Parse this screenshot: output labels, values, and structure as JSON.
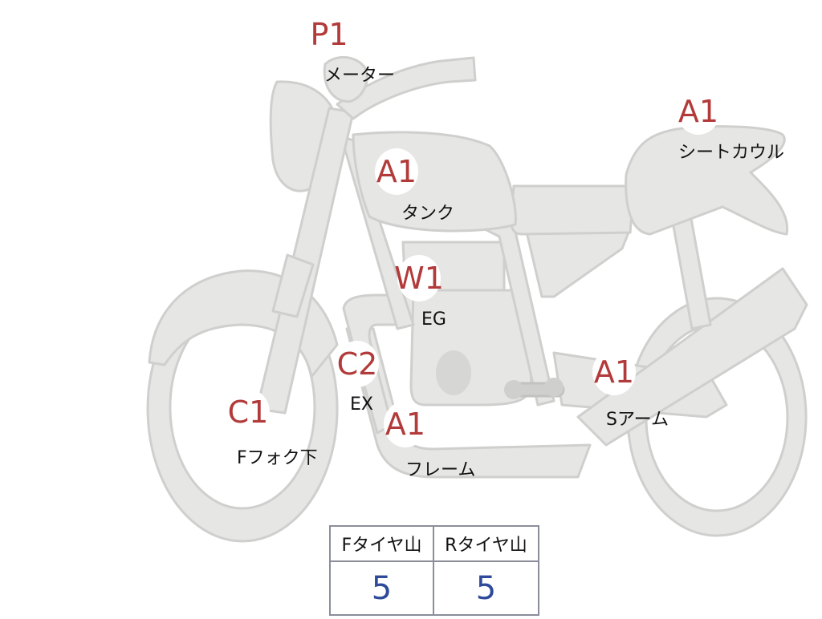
{
  "parts": [
    {
      "id": "meter",
      "code": "P1",
      "label": "メーター"
    },
    {
      "id": "seat-cowl",
      "code": "A1",
      "label": "シートカウル"
    },
    {
      "id": "tank",
      "code": "A1",
      "label": "タンク"
    },
    {
      "id": "engine",
      "code": "W1",
      "label": "EG"
    },
    {
      "id": "exhaust",
      "code": "C2",
      "label": "EX"
    },
    {
      "id": "fork-lower",
      "code": "C1",
      "label": "Fフォク下"
    },
    {
      "id": "frame",
      "code": "A1",
      "label": "フレーム"
    },
    {
      "id": "swing-arm",
      "code": "A1",
      "label": "Sアーム"
    }
  ],
  "tread_table": {
    "headers": [
      "Fタイヤ山",
      "Rタイヤ山"
    ],
    "values": [
      "5",
      "5"
    ]
  },
  "colors": {
    "body_fill": "#e6e6e4",
    "body_stroke": "#cfcfcd",
    "grade_text": "#b23a3a",
    "tread_value": "#2f4a9a",
    "table_border": "#8a8e9a"
  }
}
